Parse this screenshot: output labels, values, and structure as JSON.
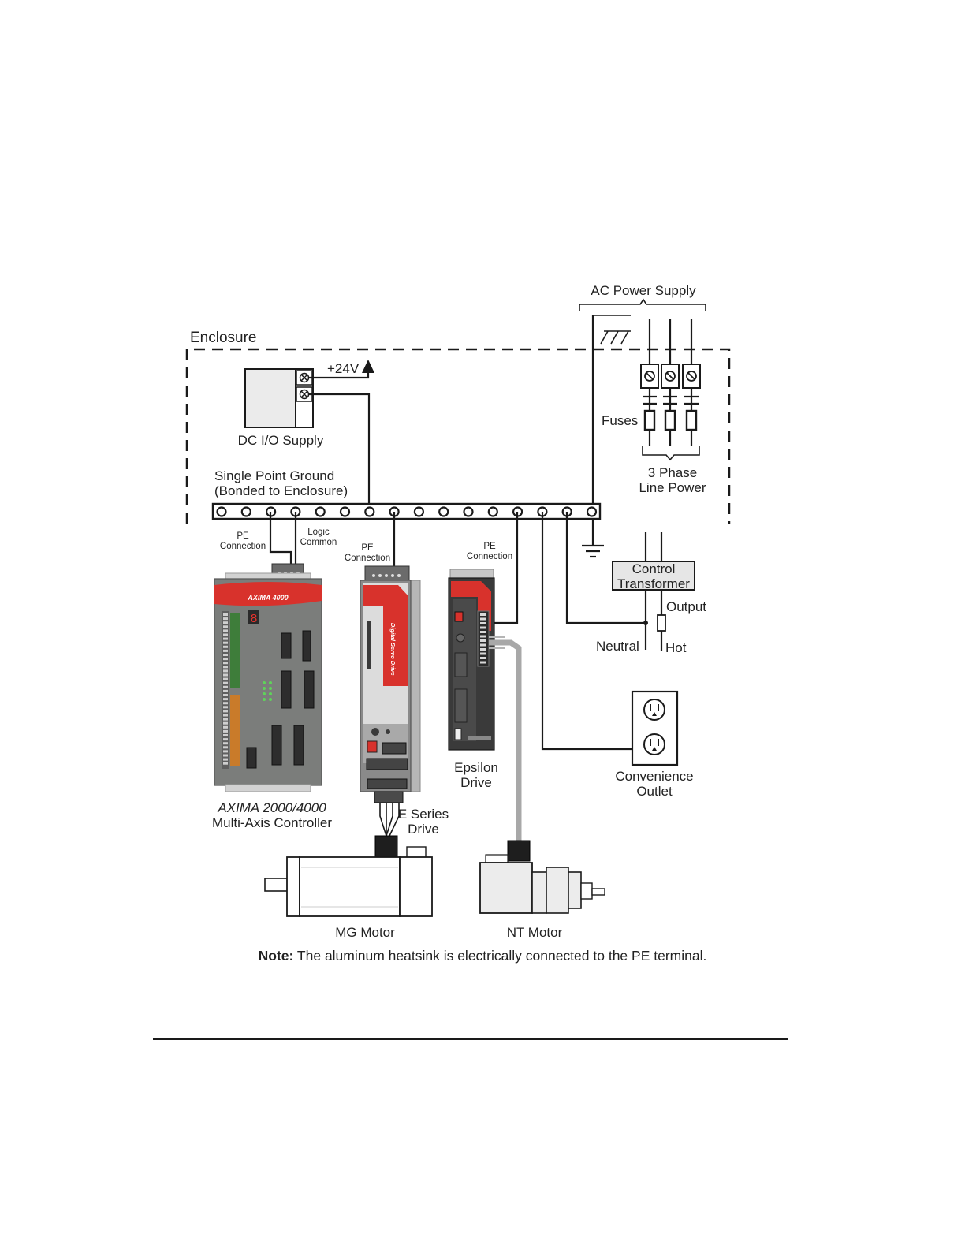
{
  "labels": {
    "ac_power_supply": "AC Power Supply",
    "enclosure": "Enclosure",
    "plus24v": "+24V",
    "dc_io_supply": "DC I/O Supply",
    "fuses": "Fuses",
    "three_phase_line1": "3 Phase",
    "three_phase_line2": "Line Power",
    "single_point_ground1": "Single Point Ground",
    "single_point_ground2": "(Bonded to Enclosure)",
    "pe_connection_left1": "PE",
    "pe_connection_left2": "Connection",
    "logic_common1": "Logic",
    "logic_common2": "Common",
    "pe_connection_mid1": "PE",
    "pe_connection_mid2": "Connection",
    "pe_connection_right1": "PE",
    "pe_connection_right2": "Connection",
    "control_transformer1": "Control",
    "control_transformer2": "Transformer",
    "output": "Output",
    "neutral": "Neutral",
    "hot": "Hot",
    "convenience_outlet1": "Convenience",
    "convenience_outlet2": "Outlet",
    "epsilon_drive1": "Epsilon",
    "epsilon_drive2": "Drive",
    "e_series_drive1": "E Series",
    "e_series_drive2": "Drive",
    "axima_controller1": "AXIMA 2000/4000",
    "axima_controller2": "Multi-Axis Controller",
    "mg_motor": "MG Motor",
    "nt_motor": "NT Motor",
    "axima_badge": "AXIMA 4000",
    "digital_servo_drive": "Digital Servo Drive"
  },
  "note": {
    "prefix": "Note:",
    "text": " The aluminum heatsink is electrically connected to the PE terminal."
  },
  "colors": {
    "brand_red": "#d8322c",
    "device_gray": "#7b7d7b",
    "device_dark": "#3a3a3a",
    "panel_light": "#dcdcdc"
  }
}
